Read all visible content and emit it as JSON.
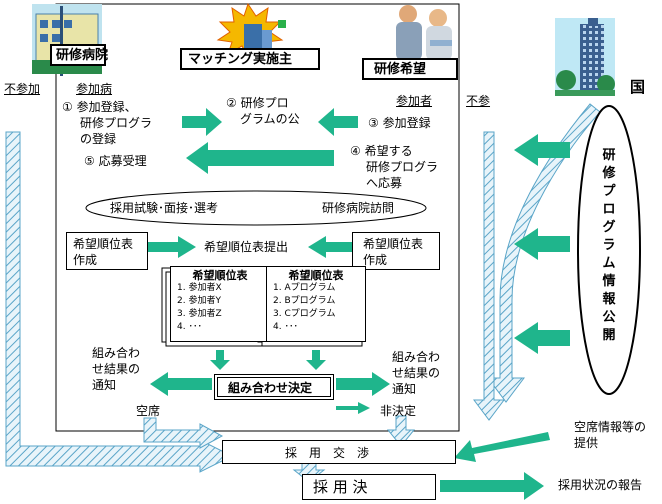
{
  "parties": {
    "hospital": "研修病院",
    "matching": "マッチング実施主",
    "applicant": "研修希望",
    "government": "国"
  },
  "labels": {
    "non_participating_left": "不参加",
    "participating_hospital": "参加病",
    "participant": "参加者",
    "non_participating_right": "不参"
  },
  "steps": {
    "s1_line1": "① 参加登録、",
    "s1_line2": "研修プログラ",
    "s1_line3": "の登録",
    "s2_line1": "② 研修プロ",
    "s2_line2": "グラムの公",
    "s3": "③ 参加登録",
    "s4_line1": "④ 希望する",
    "s4_line2": "研修プログラ",
    "s4_line3": "へ応募",
    "s5": "⑤ 応募受理"
  },
  "selection": {
    "left": "採用試験･面接･選考",
    "right": "研修病院訪問"
  },
  "ranking": {
    "hospital_create_1": "希望順位表",
    "hospital_create_2": "作成",
    "submit": "希望順位表提出",
    "applicant_create_1": "希望順位表",
    "applicant_create_2": "作成"
  },
  "sheet_hospital": {
    "title": "希望順位表",
    "items": [
      "1. 参加者X",
      "2. 参加者Y",
      "3. 参加者Z",
      "4. ･･･"
    ]
  },
  "sheet_applicant": {
    "title": "希望順位表",
    "items": [
      "1. Aプログラム",
      "2. Bプログラム",
      "3. Cプログラム",
      "4. ･･･"
    ]
  },
  "results": {
    "notify_left_1": "組み合わ",
    "notify_left_2": "せ結果の",
    "notify_left_3": "通知",
    "decision": "組み合わせ決定",
    "notify_right_1": "組み合わ",
    "notify_right_2": "せ結果の",
    "notify_right_3": "通知",
    "vacancy": "空席",
    "undecided": "非決定"
  },
  "bottom": {
    "negotiation": "採　用　交　渉",
    "decided": "採 用 決",
    "vacancy_info_1": "空席情報等の",
    "vacancy_info_2": "提供",
    "report": "採用状況の報告"
  },
  "government_oval": [
    "研",
    "修",
    "プ",
    "ロ",
    "グ",
    "ラ",
    "ム",
    "情",
    "報",
    "公",
    "開"
  ],
  "colors": {
    "arrow_fill": "#1fb58c",
    "hatch_line": "#5aa5c8"
  }
}
